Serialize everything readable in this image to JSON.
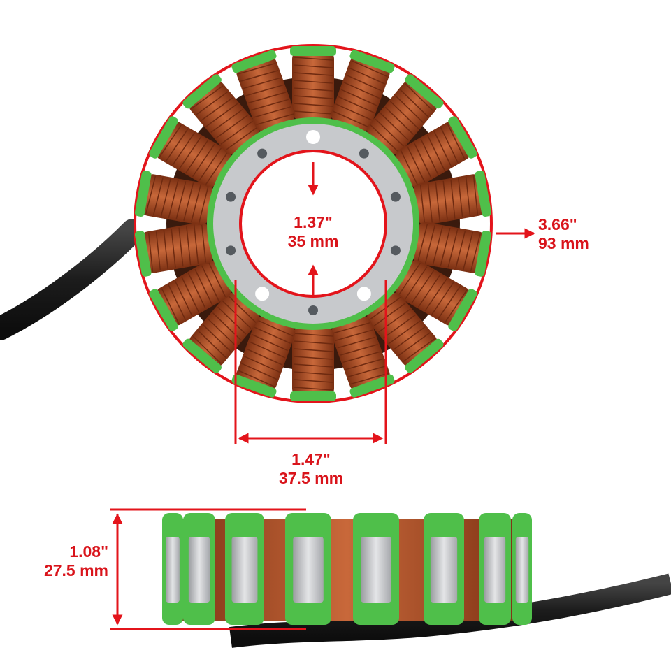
{
  "colors": {
    "dimension_red": "#e3141b",
    "label_red": "#d9141b",
    "coil_copper": "#b4532a",
    "coil_dark": "#6e2a10",
    "insulation_green": "#4fbf4a",
    "insulation_light": "#8ee08a",
    "plate_silver": "#c7c9cc",
    "cable_black": "#1e1e1e"
  },
  "dimensions": {
    "inner_diameter": {
      "inch": "1.37\"",
      "mm": "35 mm"
    },
    "outer_diameter": {
      "inch": "3.66\"",
      "mm": "93 mm"
    },
    "bolt_spacing": {
      "inch": "1.47\"",
      "mm": "37.5 mm"
    },
    "height": {
      "inch": "1.08\"",
      "mm": "27.5 mm"
    }
  },
  "stator": {
    "pole_count": 18,
    "bolt_hole_count": 10
  }
}
